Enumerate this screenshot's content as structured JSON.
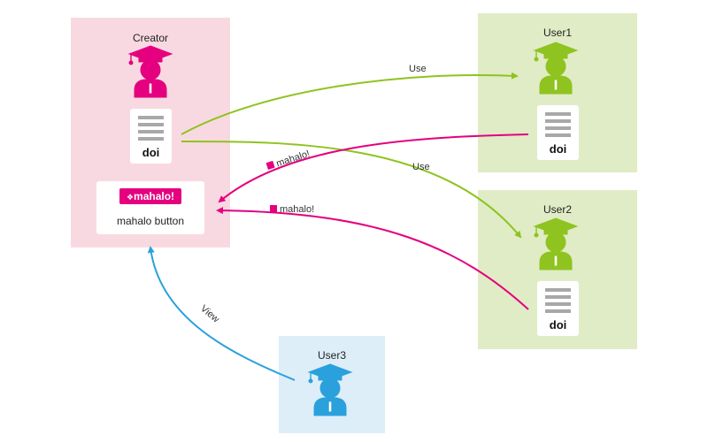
{
  "colors": {
    "creator_panel": "#f9d9e1",
    "user_panel": "#e0ecc6",
    "viewer_panel": "#ddeef8",
    "creator_icon": "#e4007f",
    "user_icon": "#8fc31f",
    "viewer_icon": "#2aa1dc",
    "use_arrow": "#8fc31f",
    "mahalo_arrow": "#e4007f",
    "view_arrow": "#2aa1dc"
  },
  "nodes": {
    "creator": {
      "title": "Creator",
      "icon": "graduate-icon"
    },
    "user1": {
      "title": "User1",
      "icon": "graduate-icon"
    },
    "user2": {
      "title": "User2",
      "icon": "graduate-icon"
    },
    "user3": {
      "title": "User3",
      "icon": "graduate-icon"
    }
  },
  "doc": {
    "label": "doi",
    "icon": "document-icon"
  },
  "mahalo_button": {
    "logo_text": "mahalo!",
    "caption": "mahalo button"
  },
  "edges": {
    "use1": "Use",
    "use2": "Use",
    "mahalo1": "mahalo!",
    "mahalo2": "mahalo!",
    "view": "View"
  }
}
